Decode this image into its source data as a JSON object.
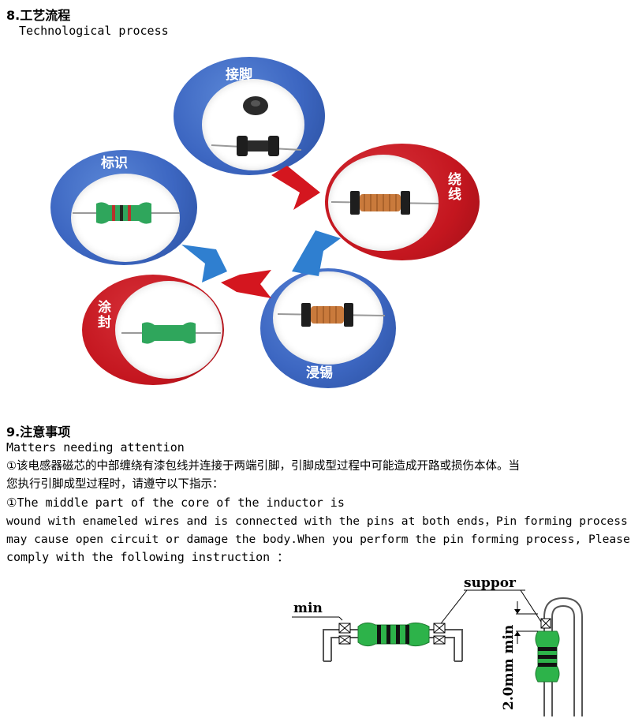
{
  "section8": {
    "title": "8.工艺流程",
    "subtitle": "Technological process",
    "steps": [
      "接脚",
      "绕线",
      "浸锡",
      "涂封",
      "标识"
    ]
  },
  "section9": {
    "title": "9.注意事项",
    "subtitle": "Matters needing attention",
    "cn_line1": "①该电感器磁芯的中部缠绕有漆包线并连接于两端引脚，引脚成型过程中可能造成开路或损伤本体。当",
    "cn_line2": "您执行引脚成型过程时，请遵守以下指示：",
    "en_line1": "①The middle part of the core of the inductor is",
    "en_line2": "wound with enameled wires and is connected with the pins at both ends，Pin forming process",
    "en_line3": "may cause open circuit or damage the body.When you perform the pin forming process, Please",
    "en_line4": "comply with the following instruction ："
  },
  "diagram": {
    "label_min": "min",
    "label_support": "suppor",
    "label_vertical": "2.0mm min"
  },
  "colors": {
    "blue": "#3d67c2",
    "red": "#c4161f",
    "arrow_blue": "#2f7fd0",
    "arrow_red": "#d4161f",
    "inductor_green": "#2db34a"
  }
}
